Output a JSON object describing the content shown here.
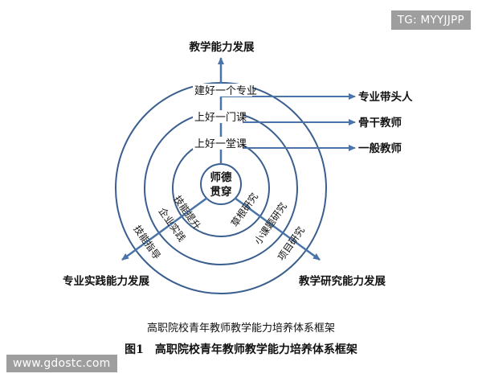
{
  "watermark_top": "TG: MYYJJPP",
  "watermark_bottom": "www.gdostc.com",
  "diagram": {
    "center_label_line1": "师德",
    "center_label_line2": "贯穿",
    "goal_top": "教学能力发展",
    "goal_left": "专业实践能力发展",
    "goal_right": "教学研究能力发展",
    "ring_outer_label": "建好一个专业",
    "ring_middle_label": "上好一门课",
    "ring_inner_label": "上好一堂课",
    "right_outer": "专业带头人",
    "right_middle": "骨干教师",
    "right_inner": "一般教师",
    "left_inner": "技能提升",
    "left_middle": "企业实践",
    "left_outer": "技能指导",
    "diag_right_inner": "草根研究",
    "diag_right_middle": "小课题研究",
    "diag_right_outer": "项目研究",
    "line_color": "#3a5f8f",
    "arrow_color": "#4a74a8"
  },
  "caption_title": "高职院校青年教师教学能力培养体系框架",
  "figure_caption": "图1　高职院校青年教师教学能力培养体系框架"
}
